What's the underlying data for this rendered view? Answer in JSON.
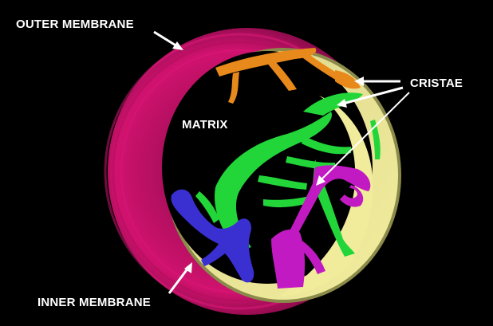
{
  "diagram": {
    "subject": "3D reconstruction of a mitochondrion",
    "background_color": "#000000",
    "labels": {
      "outer_membrane": "OUTER MEMBRANE",
      "inner_membrane": "INNER MEMBRANE",
      "matrix": "MATRIX",
      "cristae": "CRISTAE"
    },
    "colors": {
      "outer_membrane": "#d0126e",
      "inner_membrane": "#efe89a",
      "inner_membrane_edge": "#8a8a4a",
      "matrix": "#000000",
      "crista_orange": "#e8891c",
      "crista_green": "#22d63a",
      "crista_magenta": "#c21ac2",
      "crista_blue": "#3a2fd0",
      "label_text": "#ffffff",
      "arrow": "#ffffff"
    }
  }
}
